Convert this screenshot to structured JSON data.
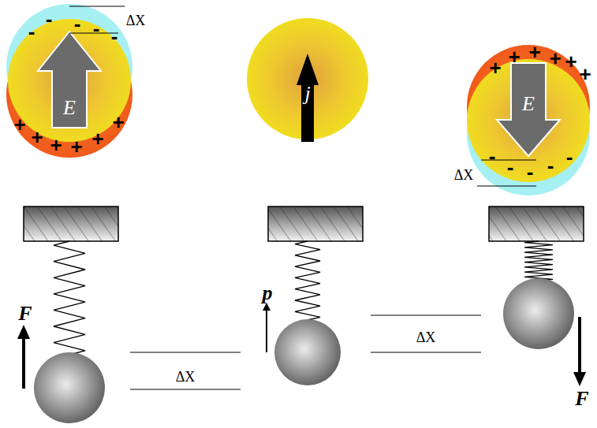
{
  "diagram": {
    "nodes": [
      {
        "text": [
          "E"
        ]
      },
      {
        "text": [
          "j"
        ]
      },
      {
        "text": [
          "E"
        ]
      }
    ],
    "labels": [
      "ΔX",
      "-",
      "-",
      "-",
      "-",
      "-",
      "+",
      "+",
      "+",
      "+",
      "+",
      "+",
      "+",
      "+",
      "+",
      "+",
      "+",
      "+",
      "-",
      "-",
      "-",
      "-",
      "-",
      "ΔX",
      "ΔX",
      "ΔX",
      "F",
      "p",
      "F"
    ]
  }
}
